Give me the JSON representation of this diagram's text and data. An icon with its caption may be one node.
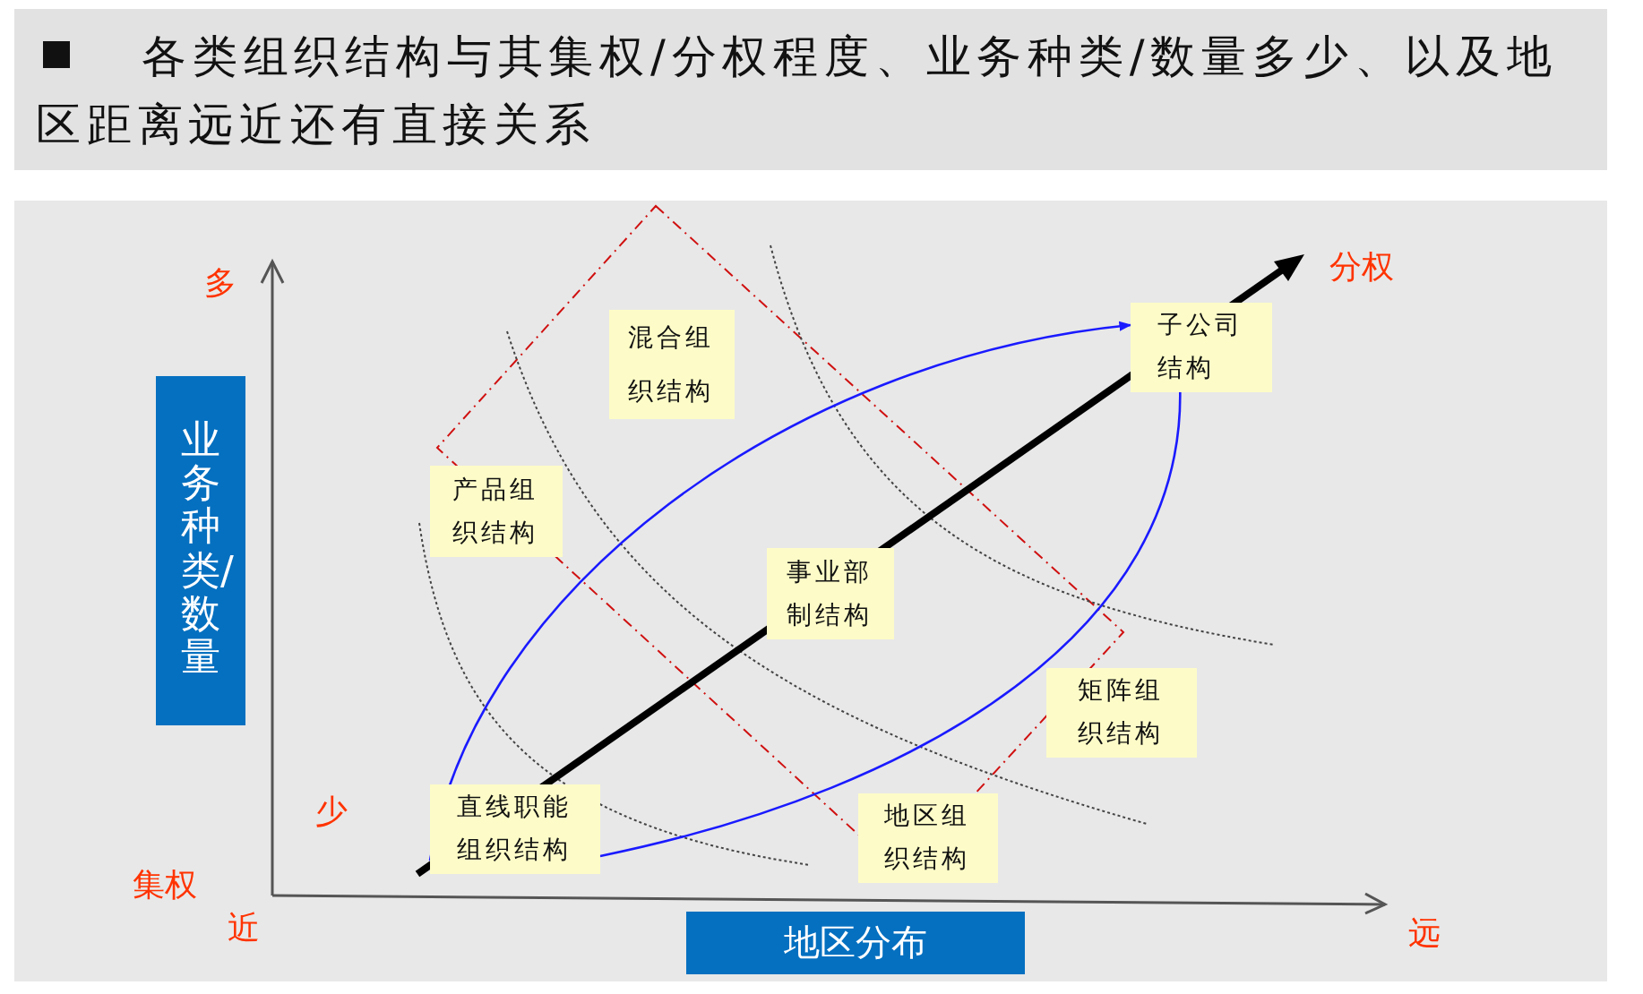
{
  "diagram": {
    "title": "各类组织结构与其集权/分权程度、业务种类/数量多少、以及地区距离远近还有直接关系",
    "nodes": [
      {
        "text": [
          "混合组织结构"
        ]
      },
      {
        "text": [
          "产品组织结构"
        ]
      },
      {
        "text": [
          "子公司结构"
        ]
      },
      {
        "text": [
          "事业部制结构"
        ]
      },
      {
        "text": [
          "矩阵组织结构"
        ]
      },
      {
        "text": [
          "直线职能组织结构"
        ]
      },
      {
        "text": [
          "地区组织结构"
        ]
      },
      {
        "text": [
          "业务种类/数量"
        ]
      },
      {
        "text": [
          "地区分布"
        ]
      }
    ],
    "edges": [
      {
        "from": 5,
        "to": 2,
        "arrow": "to"
      },
      {
        "from": 5,
        "to": 2,
        "arrow": "none"
      }
    ],
    "labels": [
      "多",
      "分权",
      "少",
      "集权",
      "近",
      "远"
    ]
  }
}
